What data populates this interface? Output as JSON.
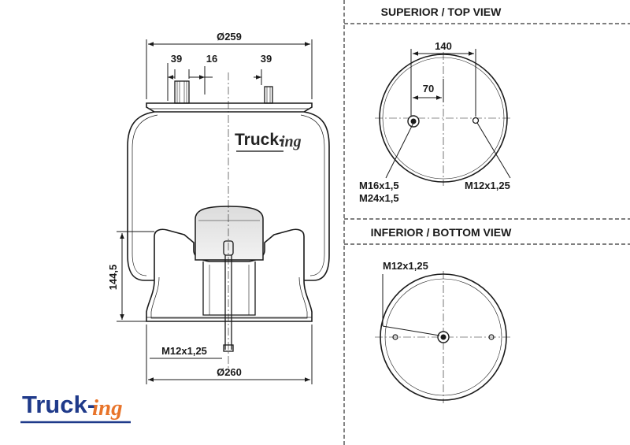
{
  "side_view": {
    "top_diameter": "Ø259",
    "stud_offset_left": "39",
    "stud_width": "16",
    "stud_offset_right": "39",
    "height": "144,5",
    "bottom_thread": "M12x1,25",
    "bottom_diameter": "Ø260"
  },
  "top_view": {
    "title": "SUPERIOR / TOP VIEW",
    "width": "140",
    "offset": "70",
    "thread_left_1": "M16x1,5",
    "thread_left_2": "M24x1,5",
    "thread_right": "M12x1,25"
  },
  "bottom_view": {
    "title": "INFERIOR / BOTTOM VIEW",
    "thread": "M12x1,25"
  },
  "logo": {
    "brand": "Truck-",
    "brand_suffix": "ing"
  },
  "colors": {
    "brand_blue": "#1f3a8a",
    "brand_orange": "#e8742a",
    "line": "#1a1a1a"
  }
}
